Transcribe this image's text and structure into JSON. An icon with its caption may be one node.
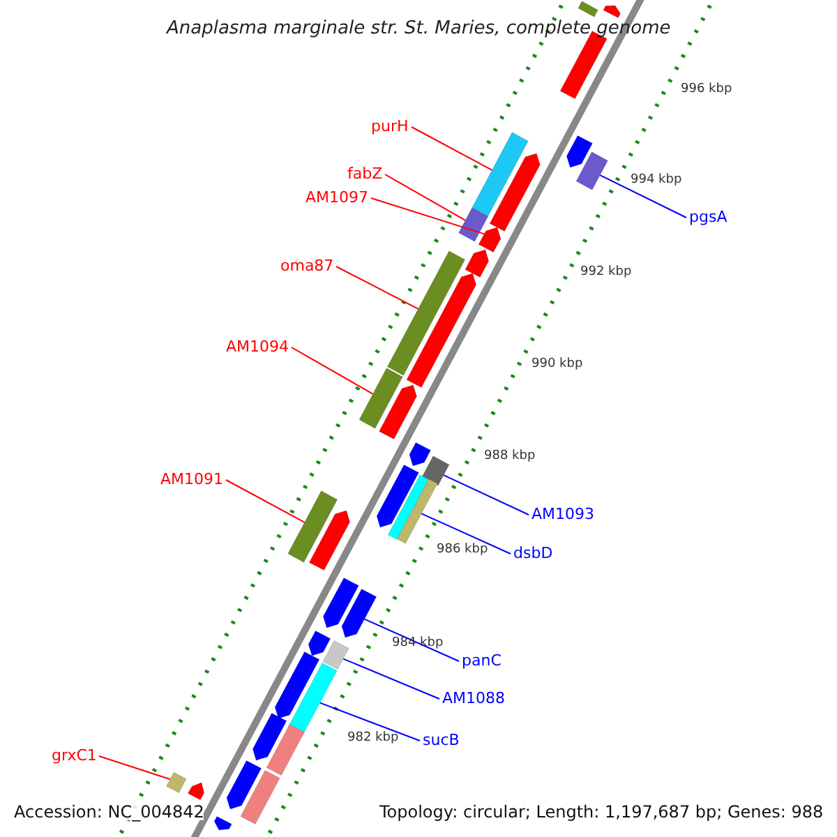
{
  "diagram": {
    "title": "Anaplasma marginale str. St. Maries, complete genome",
    "nodes": [
      {
        "text": [
          "purH"
        ]
      },
      {
        "text": [
          "fabZ"
        ]
      },
      {
        "text": [
          "AM1097"
        ]
      },
      {
        "text": [
          "pgsA"
        ]
      },
      {
        "text": [
          "oma87"
        ]
      },
      {
        "text": [
          "AM1094"
        ]
      },
      {
        "text": [
          "AM1091"
        ]
      },
      {
        "text": [
          "AM1093"
        ]
      },
      {
        "text": [
          "dsbD"
        ]
      },
      {
        "text": [
          "panC"
        ]
      },
      {
        "text": [
          "AM1088"
        ]
      },
      {
        "text": [
          "sucB"
        ]
      },
      {
        "text": [
          "grxC1"
        ]
      },
      {
        "text": [],
        "shape": "bar"
      },
      {
        "text": [],
        "shape": "pentagon"
      },
      {
        "text": [],
        "shape": "bar"
      },
      {
        "text": [],
        "shape": "bar"
      },
      {
        "text": [],
        "shape": "pentagon"
      },
      {
        "text": [],
        "shape": "pentagon"
      },
      {
        "text": [],
        "shape": "bar"
      },
      {
        "text": [],
        "shape": "bar"
      },
      {
        "text": [],
        "shape": "pentagon"
      },
      {
        "text": [],
        "shape": "pentagon"
      },
      {
        "text": [],
        "shape": "bar"
      },
      {
        "text": [],
        "shape": "pentagon"
      },
      {
        "text": [],
        "shape": "bar"
      },
      {
        "text": [],
        "shape": "pentagon"
      },
      {
        "text": [],
        "shape": "pentagon"
      },
      {
        "text": [],
        "shape": "bar"
      },
      {
        "text": [],
        "shape": "pentagon"
      },
      {
        "text": [],
        "shape": "bar"
      },
      {
        "text": [],
        "shape": "bar"
      },
      {
        "text": [],
        "shape": "bar"
      },
      {
        "text": [],
        "shape": "pentagon"
      },
      {
        "text": [],
        "shape": "pentagon"
      },
      {
        "text": [],
        "shape": "pentagon"
      },
      {
        "text": [],
        "shape": "pentagon"
      },
      {
        "text": [],
        "shape": "bar"
      },
      {
        "text": [],
        "shape": "pentagon"
      },
      {
        "text": [],
        "shape": "bar"
      },
      {
        "text": [],
        "shape": "pentagon"
      },
      {
        "text": [],
        "shape": "bar"
      },
      {
        "text": [],
        "shape": "pentagon"
      },
      {
        "text": [],
        "shape": "bar"
      },
      {
        "text": [],
        "shape": "bar"
      },
      {
        "text": [],
        "shape": "pentagon"
      },
      {
        "text": [],
        "shape": "pentagon"
      }
    ],
    "edges": [
      {
        "from": 0,
        "to": 16,
        "arrow": "none"
      },
      {
        "from": 1,
        "to": 20,
        "arrow": "none"
      },
      {
        "from": 2,
        "to": 21,
        "arrow": "none"
      },
      {
        "from": 3,
        "to": 19,
        "arrow": "none",
        "color": "#0000ff"
      },
      {
        "from": 4,
        "to": 23,
        "arrow": "none"
      },
      {
        "from": 5,
        "to": 25,
        "arrow": "none"
      },
      {
        "from": 6,
        "to": 32,
        "arrow": "none"
      },
      {
        "from": 7,
        "to": 28,
        "arrow": "none",
        "color": "#0000ff"
      },
      {
        "from": 8,
        "to": 31,
        "arrow": "none",
        "color": "#0000ff"
      },
      {
        "from": 9,
        "to": 35,
        "arrow": "none",
        "color": "#0000ff"
      },
      {
        "from": 10,
        "to": 37,
        "arrow": "none",
        "color": "#0000ff"
      },
      {
        "from": 11,
        "to": 39,
        "arrow": "none",
        "color": "#0000ff"
      },
      {
        "from": 12,
        "to": 44,
        "arrow": "none"
      }
    ],
    "labels": [
      "996 kbp",
      "994 kbp",
      "992 kbp",
      "990 kbp",
      "988 kbp",
      "986 kbp",
      "984 kbp",
      "982 kbp",
      "Accession: NC_004842",
      "Topology: circular; Length: 1,197,687 bp; Genes: 988"
    ]
  }
}
